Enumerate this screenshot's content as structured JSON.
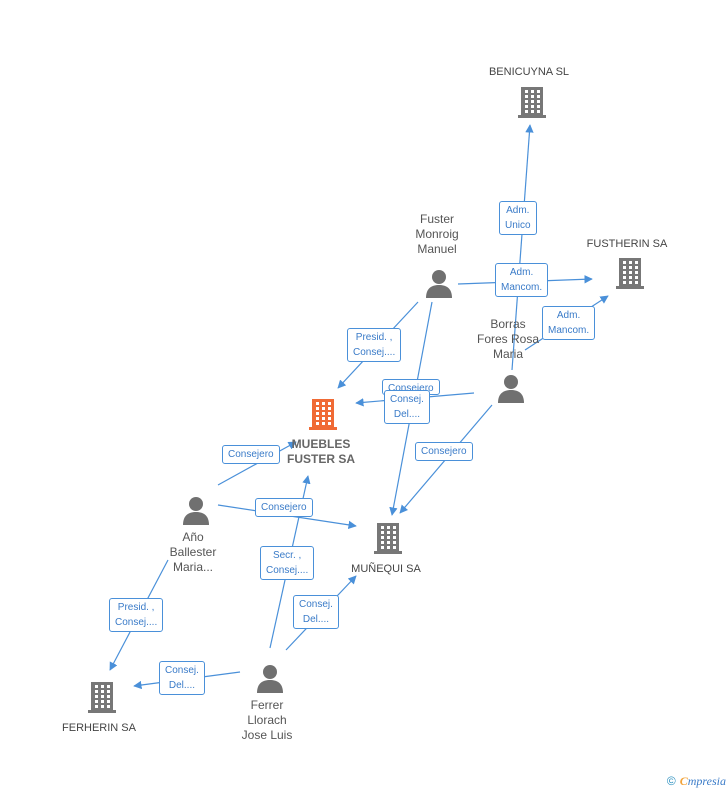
{
  "companies": {
    "benicuyna": {
      "label": "BENICUYNA SL",
      "color": "#777777"
    },
    "fustherin": {
      "label": "FUSTHERIN SA",
      "color": "#777777"
    },
    "muebles": {
      "label": "MUEBLES\nFUSTER SA",
      "color": "#f06a35"
    },
    "munequi": {
      "label": "MUÑEQUI SA",
      "color": "#777777"
    },
    "ferherin": {
      "label": "FERHERIN SA",
      "color": "#777777"
    }
  },
  "persons": {
    "fuster": {
      "label": "Fuster\nMonroig\nManuel"
    },
    "borras": {
      "label": "Borras\nFores Rosa\nMaria"
    },
    "ano": {
      "label": "Año\nBallester\nMaria..."
    },
    "ferrer": {
      "label": "Ferrer\nLlorach\nJose Luis"
    }
  },
  "relations": [
    {
      "id": "r1",
      "text": "Adm.\nUnico"
    },
    {
      "id": "r2",
      "text": "Adm.\nMancom."
    },
    {
      "id": "r3",
      "text": "Adm.\nMancom."
    },
    {
      "id": "r4",
      "text": "Presid. ,\nConsej...."
    },
    {
      "id": "r5",
      "text": "Consejero"
    },
    {
      "id": "r6",
      "text": "Consej.\nDel...."
    },
    {
      "id": "r7",
      "text": "Consejero"
    },
    {
      "id": "r8",
      "text": "Consejero"
    },
    {
      "id": "r9",
      "text": "Consejero"
    },
    {
      "id": "r10",
      "text": "Secr. ,\nConsej...."
    },
    {
      "id": "r11",
      "text": "Presid. ,\nConsej...."
    },
    {
      "id": "r12",
      "text": "Consej.\nDel...."
    },
    {
      "id": "r13",
      "text": "Consej.\nDel...."
    }
  ],
  "footer": {
    "copyright": "©",
    "brand_first": "C",
    "brand_rest": "mpresia"
  },
  "edge_color": "#4a90d9"
}
